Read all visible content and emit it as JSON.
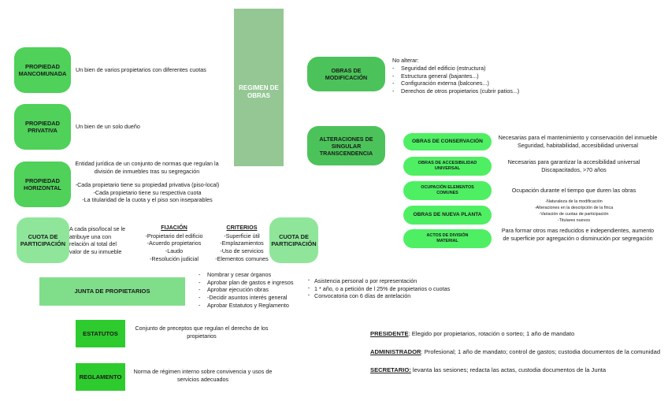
{
  "colors": {
    "green_medium": "#4FD15A",
    "green_dark": "#4CC35A",
    "green_light": "#8FE69A",
    "green_pale": "#94C794",
    "green_bright": "#2ECB2E",
    "green_junta": "#80DE8B",
    "text_dark": "#1a1a1a",
    "text_white": "#ffffff"
  },
  "spine": {
    "label": "REGIMEN DE\nOBRAS",
    "line1": "REGIMEN DE",
    "line2": "OBRAS"
  },
  "left_column": {
    "nodes": [
      {
        "id": "propiedad-mancomunada",
        "line1": "PROPIEDAD",
        "line2": "MANCOMUNADA",
        "description": "Un bien de varios propietarios con diferentes cuotas"
      },
      {
        "id": "propiedad-privativa",
        "line1": "PROPIEDAD",
        "line2": "PRIVATIVA",
        "description": "Un bien de un solo dueño"
      },
      {
        "id": "propiedad-horizontal",
        "line1": "PROPIEDAD",
        "line2": "HORIZONTAL",
        "description_main": "Entidad jurídica de un conjunto de normas que regulan la división de inmuebles tras su segregación",
        "description_items": [
          "-Cada propietario tiene su propiedad privativa (piso-local)",
          "-Cada propietario tiene su respectiva cuota",
          "-La titularidad de la cuota y el piso son inseparables"
        ]
      }
    ]
  },
  "cuota_row": {
    "left_node": {
      "line1": "CUOTA DE",
      "line2": "PARTICIPACIÓN"
    },
    "right_node": {
      "line1": "CUOTA DE",
      "line2": "PARTICIPACIÓN"
    },
    "definition": "A cada piso/local se le atribuye una con relación al total del valor de su inmueble",
    "fijacion": {
      "heading": "FIJACIÓN",
      "items": [
        "-Propietario del edificio",
        "-Acuerdo propietarios",
        "-Laudo",
        "-Resolución judicial"
      ]
    },
    "criterios": {
      "heading": "CRITERIOS",
      "items": [
        "-Superficie útil",
        "-Emplazamientos",
        "-Uso de servicios",
        "-Elementos comunes"
      ]
    }
  },
  "junta": {
    "label": "JUNTA DE PROPIETARIOS",
    "functions": [
      "Nombrar y cesar órganos",
      "Aprobar plan de gastos e ingresos",
      "Aprobar ejecución obras",
      "-Decidir asuntos interés general",
      "Aprobar Estatutos y Reglamento"
    ],
    "rules": [
      "Asistencia personal o por representación",
      "1 * año, o a petición de l 25% de propietarios o cuotas",
      "Convocatoria con  6 días de antelación"
    ]
  },
  "estatutos": {
    "label": "ESTATUTOS",
    "description": "Conjunto de preceptos que regulan el derecho de los propietarios"
  },
  "reglamento": {
    "label": "REGLAMENTO",
    "description": "Norma de régimen interno sobre convivencia y usos de servicios adecuados"
  },
  "obras_modificacion": {
    "label": "OBRAS DE MODIFICACIÓN",
    "intro": "No alterar:",
    "items": [
      "Seguridad del edificio (estructura)",
      "Estructura general (bajantes...)",
      "Configuración externa (balcones...)",
      "Derechos de otros propietarios (cubrir patios...)"
    ]
  },
  "alteraciones": {
    "line1": "ALTERACIONES DE",
    "line2": "SINGULAR",
    "line3": "TRANSCENDENCIA",
    "rows": [
      {
        "id": "obras-de-conservacion",
        "label": "OBRAS DE CONSERVACIÓN",
        "label_size": "normal",
        "desc_lines": [
          "Necesarias para el mantenimiento  y conservación del inmueble",
          "Seguridad, habitabilidad, accesibilidad universal"
        ],
        "desc_size": "normal"
      },
      {
        "id": "obras-de-accesibilidad-universal",
        "label": "OBRAS DE ACCESIBILIDAD UNIVERSAL",
        "label_line1": "OBRAS DE ACCESIBILIDAD",
        "label_line2": "UNIVERSAL",
        "label_size": "small",
        "desc_lines": [
          "Necesarias para garantizar la accesibilidad universal",
          "Discapacitados, >70 años"
        ],
        "desc_size": "normal"
      },
      {
        "id": "ocupacion-elementos-comunes",
        "label": "OCUPACIÓN ELEMENTOS COMUNES",
        "label_line1": "OCUPACIÓN ELEMENTOS",
        "label_line2": "COMUNES",
        "label_size": "small",
        "desc_lines": [
          "Ocupación durante el tiempo que duren las obras"
        ],
        "desc_size": "normal"
      },
      {
        "id": "obras-de-nueva-planta",
        "label": "OBRAS DE NUEVA PLANTA",
        "label_size": "normal",
        "desc_lines": [
          "-Naturaleza de la modificación",
          "-Alteraciones en la descripción de la finca",
          "-Variación de cuotas de participación",
          "-Titulares nuevos"
        ],
        "desc_size": "tiny"
      },
      {
        "id": "actos-de-division-material",
        "label": "ACTOS DE DIVISIÓN MATERIAL",
        "label_line1": "ACTOS DE DIVISIÓN",
        "label_line2": "MATERIAL",
        "label_size": "small",
        "desc_lines": [
          "Para formar otros mas reducidos e independientes, aumento",
          "de superficie por agregación o disminución por segregación"
        ],
        "desc_size": "normal"
      }
    ]
  },
  "roles": [
    {
      "id": "presidente",
      "title": "PRESIDENTE",
      "sep": ":",
      "body": " Elegido por propietarios, rotación o sorteo; 1 año de mandato"
    },
    {
      "id": "administrador",
      "title": "ADMINISTRADOR",
      "sep": ":",
      "body": " Profesional; 1 año de mandato; control de gastos; custodia documentos de la comunidad"
    },
    {
      "id": "secretario",
      "title": "SECRETARIO:",
      "sep": "",
      "body": " levanta las sesiones; redacta las actas, custodia documentos de la Junta"
    }
  ]
}
